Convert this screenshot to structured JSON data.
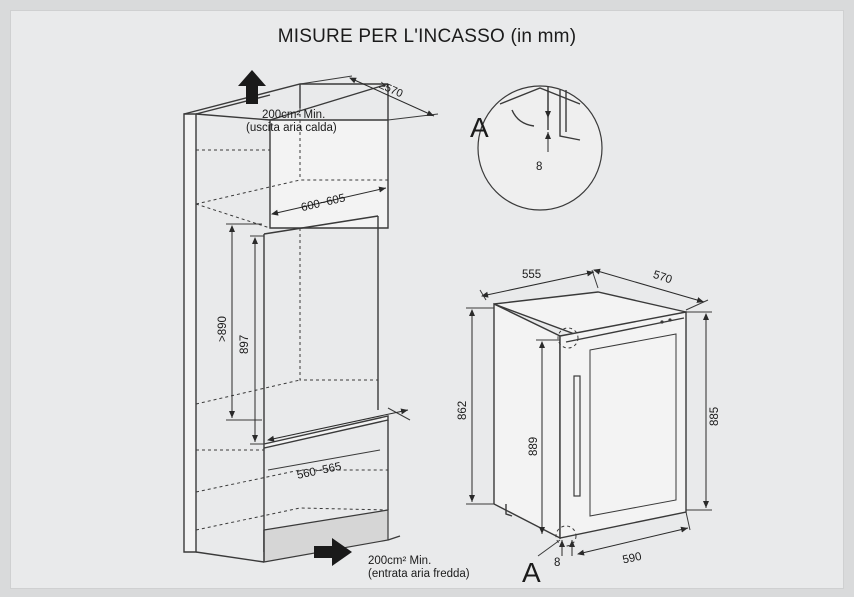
{
  "title": "MISURE PER L'INCASSO (in mm)",
  "vent_top": {
    "area": "200cm² Min.",
    "note": "(uscita aria calda)"
  },
  "vent_bottom": {
    "area": "200cm² Min.",
    "note": "(entrata aria fredda)"
  },
  "cabinet_dims": {
    "depth": "≥570",
    "width_top": "600~605",
    "width_bottom": "560~565",
    "height_outer": ">890",
    "height_inner": "897"
  },
  "appliance_dims": {
    "width": "555",
    "depth": "570",
    "height_body": "862",
    "height_total": "885",
    "door_height": "889",
    "depth_door_open": "590",
    "gap": "8"
  },
  "detail": {
    "label": "A",
    "gap": "8"
  },
  "colors": {
    "background": "#d9dadb",
    "panel": "#e9eaeb",
    "line": "#3a3a3a",
    "arrow": "#1a1a1a"
  }
}
